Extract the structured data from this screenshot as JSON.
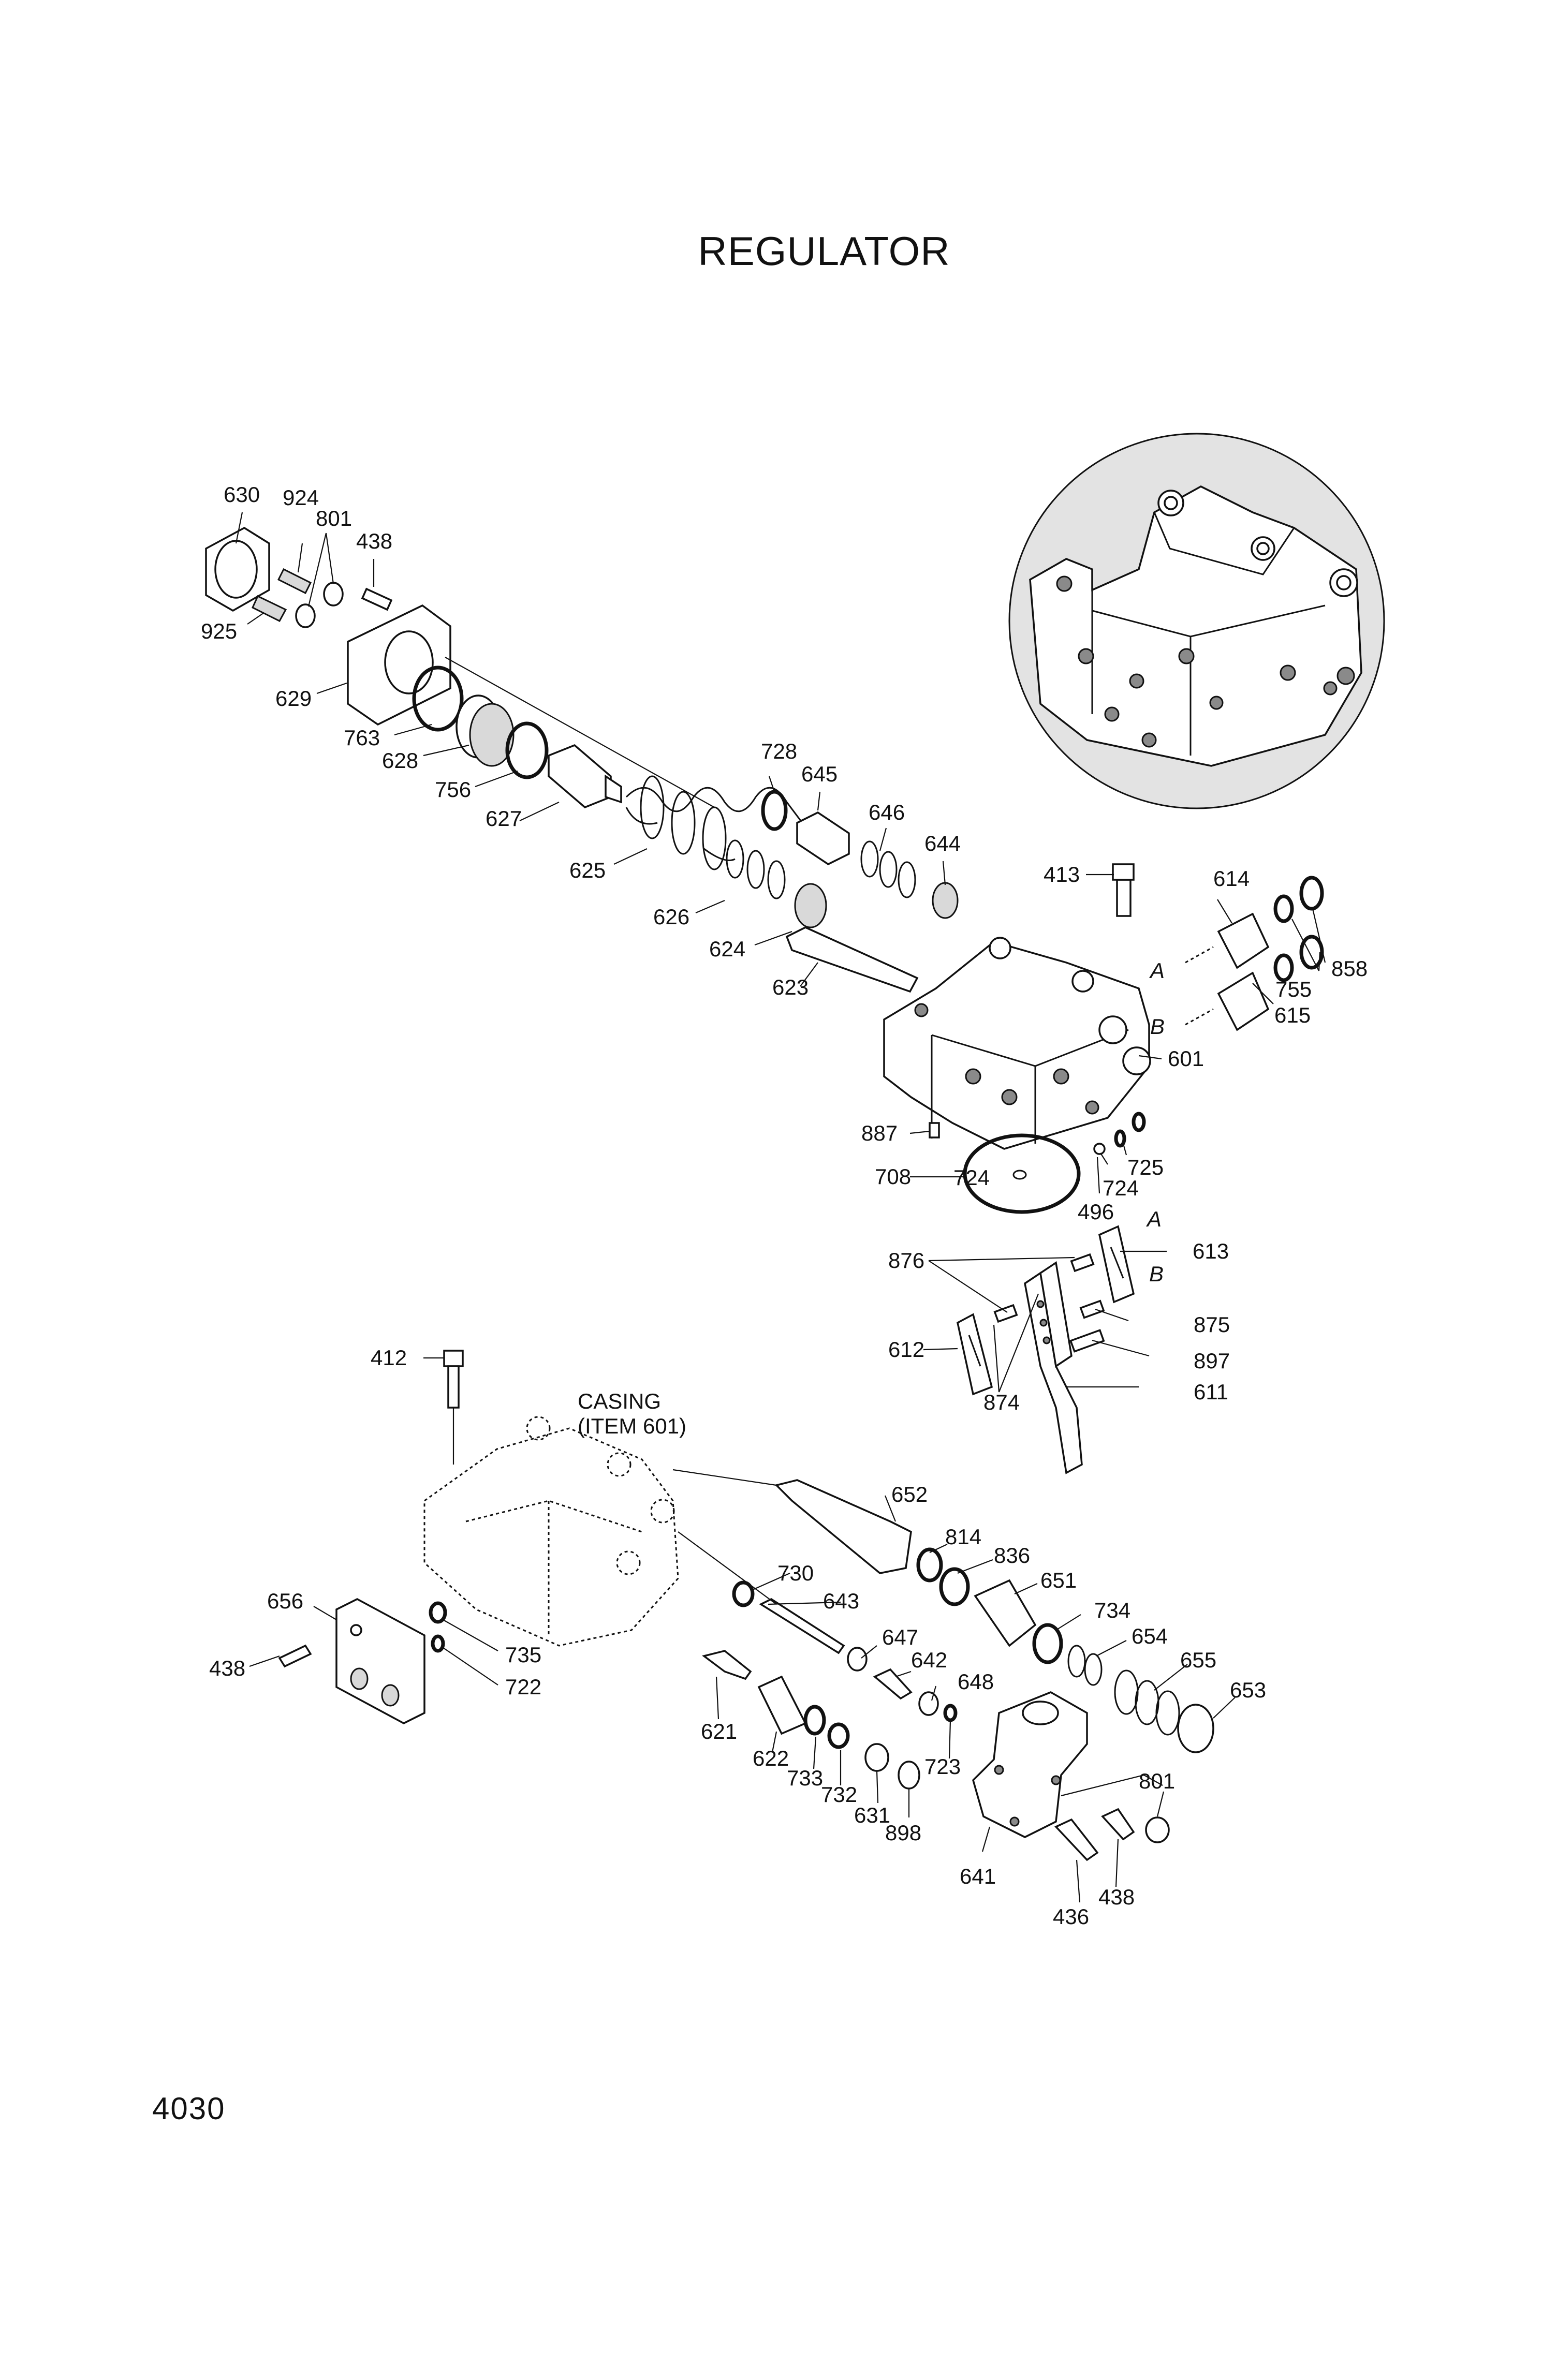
{
  "title": "REGULATOR",
  "page_number": "4030",
  "casing_note": {
    "line1": "CASING",
    "line2": "(ITEM 601)"
  },
  "port_letters": [
    "A",
    "B",
    "A",
    "B"
  ],
  "callouts": [
    "630",
    "924",
    "801",
    "438",
    "925",
    "629",
    "763",
    "628",
    "756",
    "627",
    "728",
    "645",
    "646",
    "644",
    "625",
    "626",
    "624",
    "623",
    "413",
    "614",
    "858",
    "755",
    "615",
    "601",
    "887",
    "708",
    "724",
    "724",
    "496",
    "725",
    "876",
    "613",
    "875",
    "612",
    "897",
    "874",
    "611",
    "412",
    "652",
    "814",
    "836",
    "651",
    "730",
    "643",
    "734",
    "654",
    "655",
    "653",
    "656",
    "438",
    "735",
    "722",
    "647",
    "642",
    "648",
    "621",
    "622",
    "733",
    "732",
    "631",
    "898",
    "723",
    "801",
    "641",
    "436",
    "438"
  ]
}
